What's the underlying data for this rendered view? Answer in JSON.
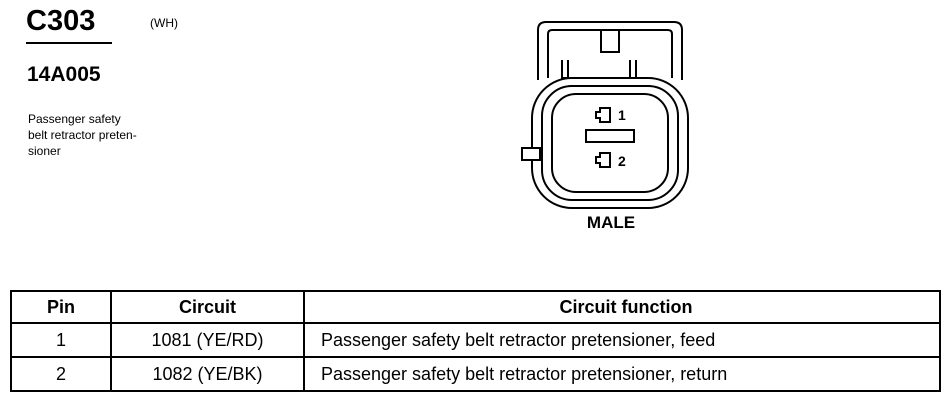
{
  "header": {
    "connector_id": "C303",
    "color_code": "(WH)",
    "part_number": "14A005",
    "description_lines": [
      "Passenger safety",
      "belt retractor preten-",
      "sioner"
    ]
  },
  "diagram": {
    "pin_labels": [
      "1",
      "2"
    ],
    "gender": "MALE"
  },
  "table": {
    "headers": [
      "Pin",
      "Circuit",
      "Circuit function"
    ],
    "rows": [
      {
        "pin": "1",
        "circuit": "1081 (YE/RD)",
        "function": "Passenger safety belt retractor pretensioner, feed"
      },
      {
        "pin": "2",
        "circuit": "1082 (YE/BK)",
        "function": "Passenger safety belt retractor pretensioner, return"
      }
    ]
  }
}
